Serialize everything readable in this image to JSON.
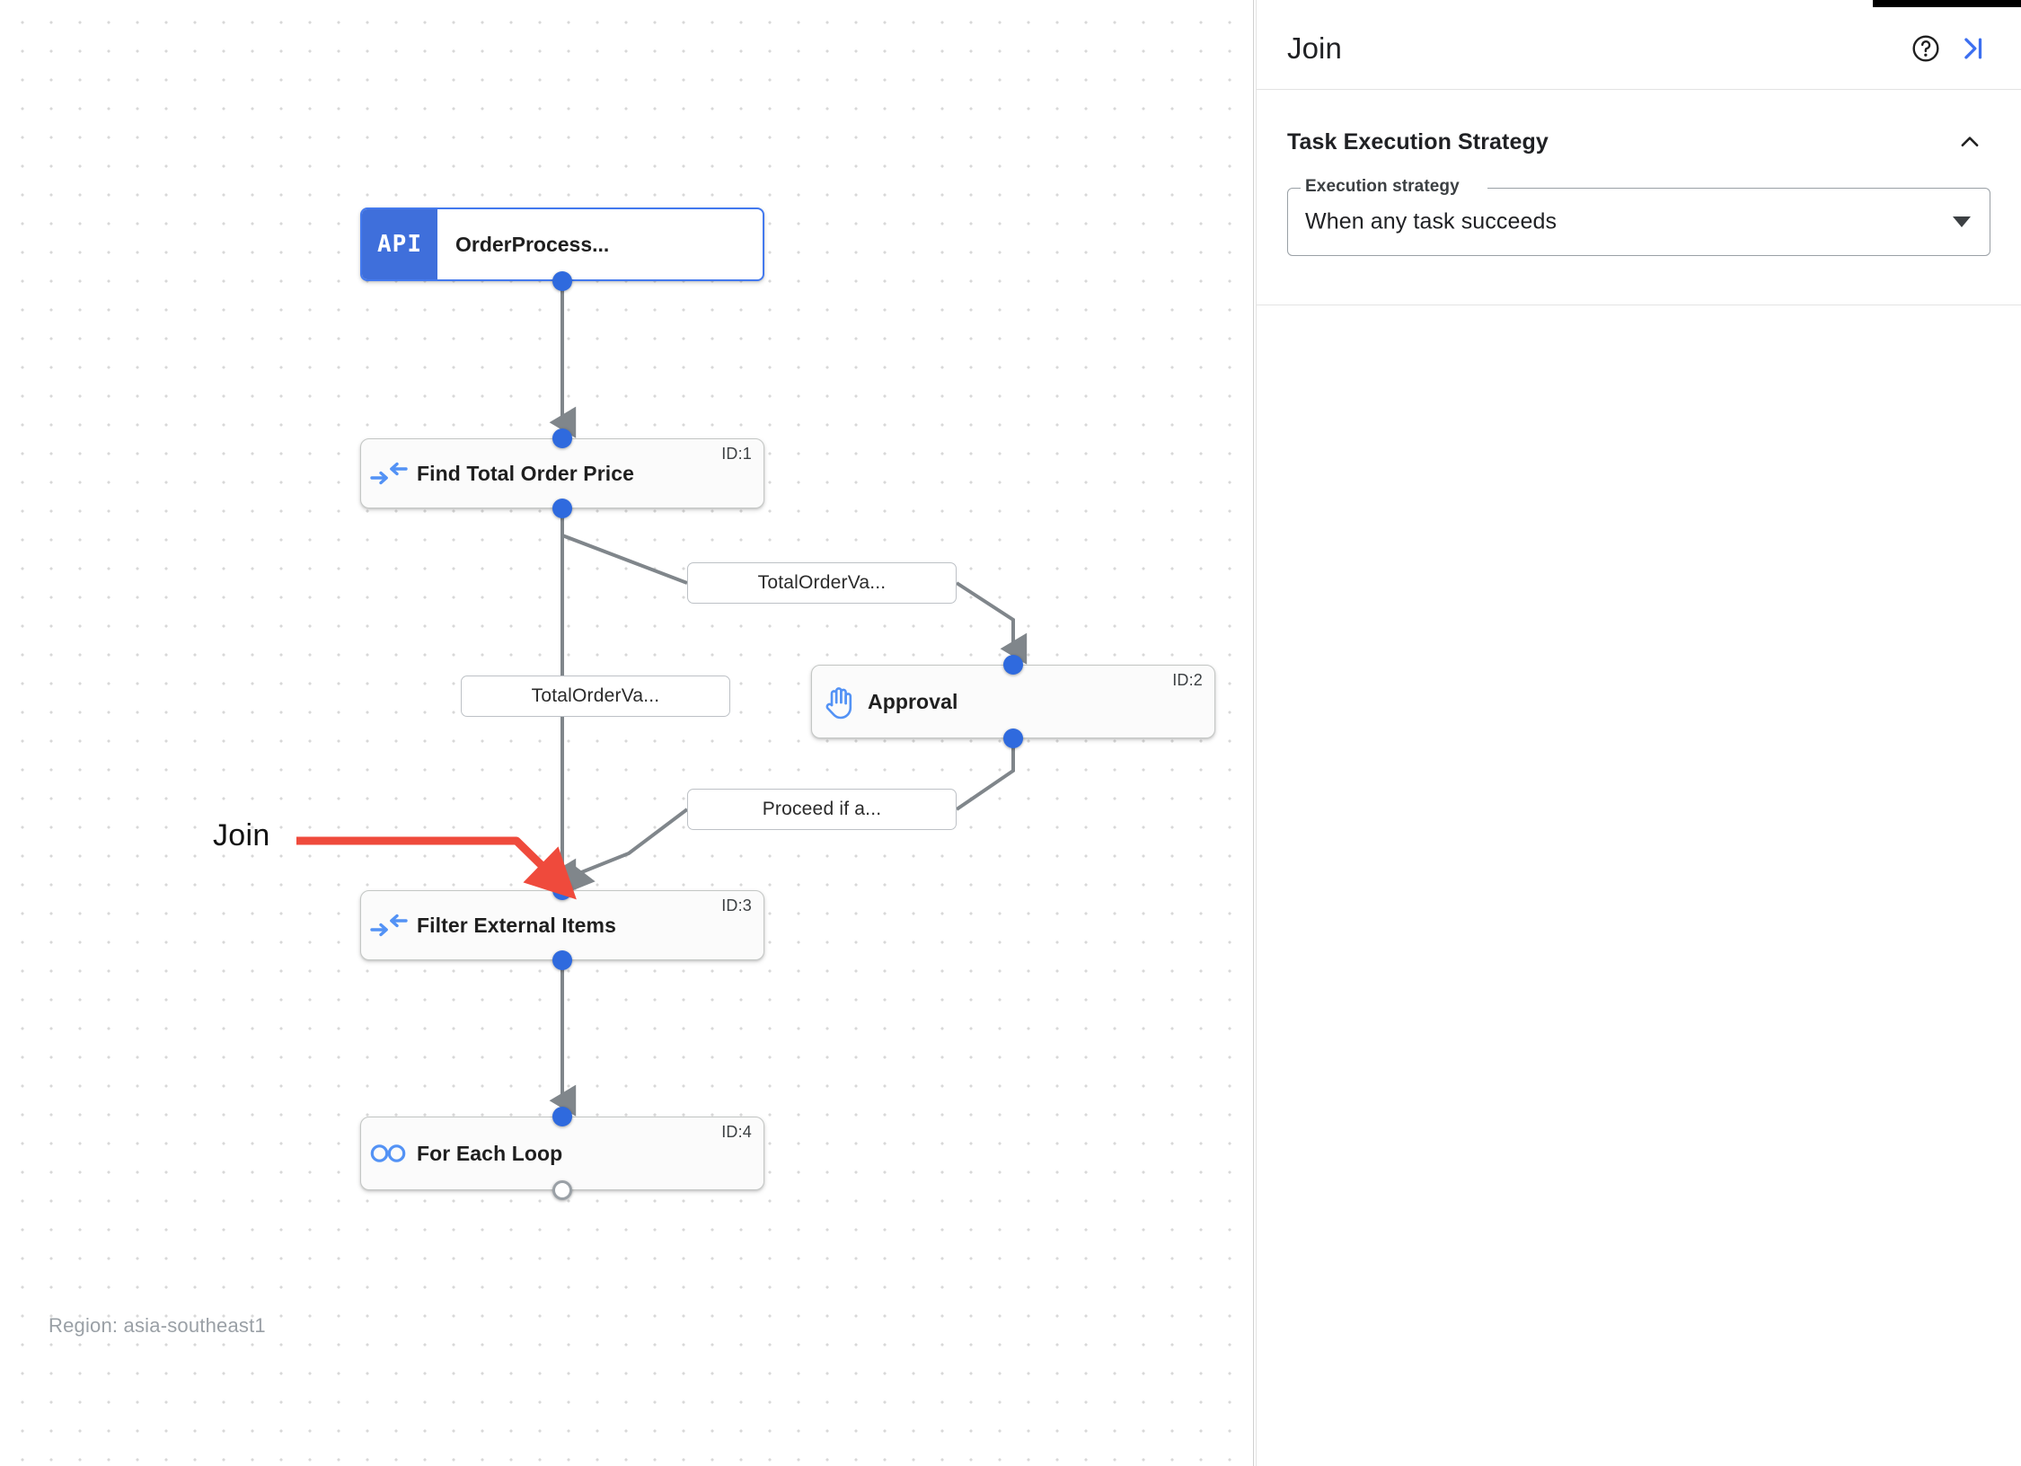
{
  "canvas": {
    "region_label": "Region: asia-southeast1",
    "annotation": {
      "label": "Join",
      "color": "#ef4a3c"
    },
    "nodes": [
      {
        "key": "trigger",
        "badge": "API",
        "title": "OrderProcess...",
        "id_label": "",
        "icon": "api-icon"
      },
      {
        "key": "task1",
        "title": "Find Total Order Price",
        "id_label": "ID:1",
        "icon": "merge-arrows-icon"
      },
      {
        "key": "task2",
        "title": "Approval",
        "id_label": "ID:2",
        "icon": "raised-hand-icon"
      },
      {
        "key": "task3",
        "title": "Filter External Items",
        "id_label": "ID:3",
        "icon": "merge-arrows-icon"
      },
      {
        "key": "task4",
        "title": "For Each Loop",
        "id_label": "ID:4",
        "icon": "infinity-icon"
      }
    ],
    "edge_labels": [
      {
        "key": "edge1",
        "text": "TotalOrderVa..."
      },
      {
        "key": "edge2",
        "text": "TotalOrderVa..."
      },
      {
        "key": "edge3",
        "text": "Proceed if a..."
      }
    ]
  },
  "panel": {
    "title": "Join",
    "help_icon": "help-circle-icon",
    "collapse_icon": "collapse-panel-right-icon",
    "section": {
      "title": "Task Execution Strategy",
      "collapse_icon": "chevron-up-icon",
      "field": {
        "legend": "Execution strategy",
        "value": "When any task succeeds",
        "arrow_icon": "chevron-down-icon"
      }
    }
  },
  "colors": {
    "accent_blue": "#2f6ade",
    "api_badge": "#3f6fdb",
    "annotation_red": "#ef4a3c",
    "edge_gray": "#80868b",
    "icon_blue": "#5392f5"
  }
}
